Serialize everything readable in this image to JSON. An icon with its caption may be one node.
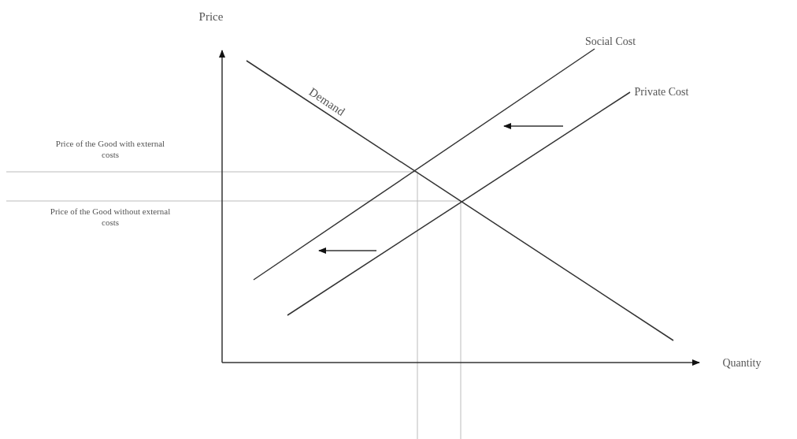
{
  "diagram": {
    "labels": [
      "Price",
      "Social Cost",
      "Private Cost",
      "Demand",
      "Price of the Good with external costs",
      "Price of the Good without external costs",
      "Quantity"
    ]
  }
}
